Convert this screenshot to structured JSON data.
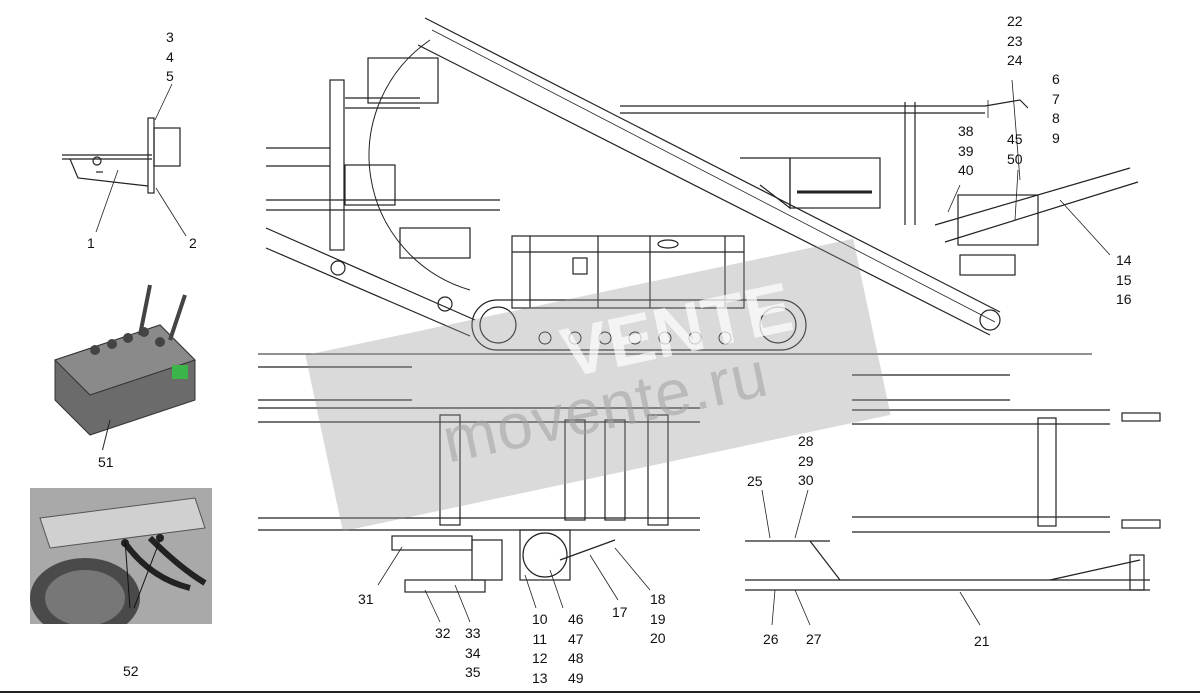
{
  "callouts": {
    "c_3_4_5": "3\n4\n5",
    "c_1": "1",
    "c_2": "2",
    "c_51": "51",
    "c_52": "52",
    "c_22_23_24": "22\n23\n24",
    "c_6_7_8_9": "6\n7\n8\n9",
    "c_38_39_40": "38\n39\n40",
    "c_45_50": "45\n50",
    "c_14_15_16": "14\n15\n16",
    "c_28_29_30": "28\n29\n30",
    "c_25": "25",
    "c_31": "31",
    "c_32": "32",
    "c_33_34_35": "33\n34\n35",
    "c_10_11_12_13": "10\n11\n12\n13",
    "c_46_47_48_49": "46\n47\n48\n49",
    "c_17": "17",
    "c_18_19_20": "18\n19\n20",
    "c_26": "26",
    "c_27": "27",
    "c_21": "21"
  },
  "watermark": {
    "brand": "VENTE",
    "site": "movente.ru"
  },
  "colors": {
    "line": "#222222",
    "watermark": "#9a9a9a"
  }
}
